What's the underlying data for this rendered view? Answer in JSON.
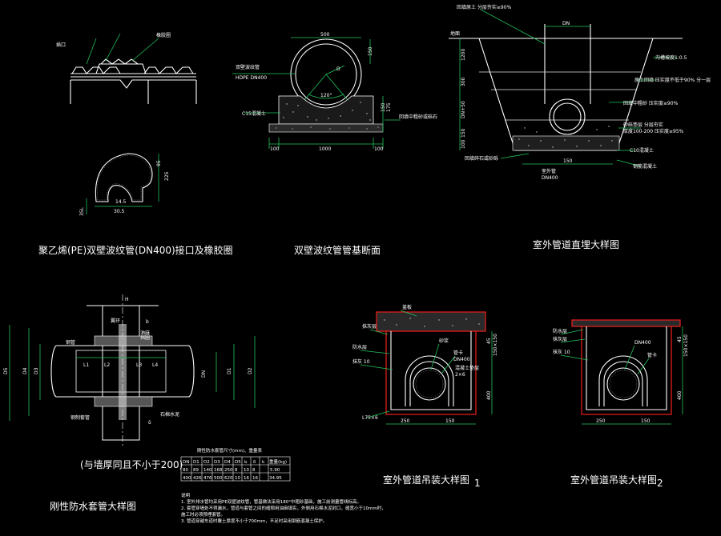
{
  "titles": {
    "joint": "聚乙烯(PE)双壁波纹管(DN400)接口及橡胶圈",
    "section": "双壁波纹管管基断面",
    "burial": "室外管道直埋大样图",
    "sleeve": "刚性防水套管大样图",
    "hang1": "室外管道吊装大样图",
    "hang1_no": "1",
    "hang2": "室外管道吊装大样图",
    "hang2_no": "2"
  },
  "joint": {
    "label_socket": "插口",
    "label_gasket": "橡胶圈",
    "dims": [
      "95",
      "225",
      "14.5",
      "30.5",
      "35L"
    ]
  },
  "section": {
    "labels": [
      "双壁波纹管",
      "HDPE  DN400",
      "C15混凝土",
      "回填中粗砂或砾石"
    ],
    "dims": [
      "500",
      "150",
      "D",
      "120°",
      "150",
      "175",
      "100",
      "1000",
      "100"
    ]
  },
  "burial": {
    "labels": [
      "回填原土 分层夯实≥90%",
      "地面",
      "沟槽坡度1:0.5",
      "原土回填 压实度不低于90% 分一层",
      "回填中粗砂 压实度≥90%",
      "砂砾垫层 分层夯实",
      "厚度100-200 压实度≥95%",
      "C10混凝土",
      "回填碎石或砂砾",
      "钢筋混凝土",
      "室外管",
      "DN400"
    ],
    "dims": [
      "DN",
      "1200",
      "300",
      "DN+50",
      "150",
      "100",
      "150"
    ]
  },
  "sleeve": {
    "labels": [
      "翼环",
      "油麻",
      "钢管",
      "挡圈",
      "钢制套管",
      "石棉水泥",
      "DN",
      "L1",
      "L2",
      "L3",
      "L4",
      "D1",
      "D2",
      "D3",
      "D4",
      "D5",
      "b",
      "δ",
      "H",
      "(与墙厚同且不小于200)"
    ],
    "table": {
      "title": "刚性防水套管尺寸(mm)、重量表",
      "headers": [
        "DN",
        "D1",
        "D2",
        "D3",
        "D4",
        "D5",
        "b",
        "δ",
        "k",
        "重量(kg)"
      ],
      "rows": [
        [
          "80",
          "89",
          "140",
          "168",
          "250",
          "8",
          "10",
          "8",
          "",
          "5.90"
        ],
        [
          "400",
          "426",
          "476",
          "500",
          "620",
          "10",
          "16",
          "16",
          "",
          "34.95"
        ]
      ]
    },
    "notes": [
      "说明",
      "1. 室外排水管均采用PE双壁波纹管，管基做法采用180°中粗砂基础，施工前测量管线标高。",
      "2. 套管穿墙处不得漏水，管道与套管之间的缝隙用油麻填实，外侧用石棉水泥封口，缝宽小于10mm时，",
      "   施工时必须预埋套管。",
      "3. 管道穿越车道时覆土厚度不小于700mm，不足时采用钢筋混凝土保护。"
    ]
  },
  "hang1": {
    "labels": [
      "盖板",
      "抹灰层",
      "防水层",
      "砂浆",
      "抹灰 10",
      "管卡",
      "DN400",
      "混凝土垫层",
      "L75×6",
      "2×6"
    ],
    "dims": [
      "45",
      "150×150",
      "400",
      "250",
      "150"
    ]
  },
  "hang2": {
    "labels": [
      "防水层",
      "抹灰层",
      "DN400",
      "管卡",
      "抹灰 10"
    ],
    "dims": [
      "45",
      "150×150",
      "400",
      "250",
      "150"
    ]
  }
}
